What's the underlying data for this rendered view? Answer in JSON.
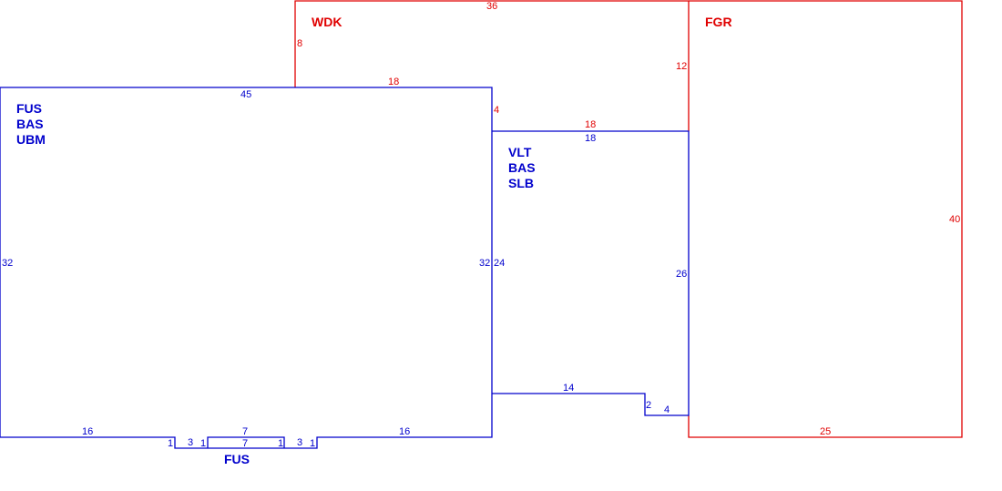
{
  "colors": {
    "main": "#0000cc",
    "added": "#e00000",
    "background": "#ffffff"
  },
  "areas": {
    "main": {
      "label_1": "FUS",
      "label_2": "BAS",
      "label_3": "UBM"
    },
    "right_wing": {
      "label_1": "VLT",
      "label_2": "BAS",
      "label_3": "SLB"
    },
    "wdk": {
      "label": "WDK"
    },
    "fgr": {
      "label": "FGR"
    },
    "bump": {
      "label": "FUS"
    }
  },
  "dimensions": {
    "main_top": "45",
    "main_left": "32",
    "main_right": "32",
    "main_bottom_left": "16",
    "main_bottom_right": "16",
    "bump_step_left": "1",
    "bump_run_left": "3",
    "bump_inner_left": "1",
    "bump_top": "7",
    "bump_bottom": "7",
    "bump_inner_right": "1",
    "bump_run_right": "3",
    "bump_step_right": "1",
    "wing_top_blue": "18",
    "wing_left": "24",
    "wing_right": "26",
    "wing_bottom": "14",
    "wing_step": "2",
    "wing_foot": "4",
    "wdk_top": "36",
    "wdk_left": "8",
    "wdk_bottom": "18",
    "wdk_right_lower": "4",
    "wdk_mid": "18",
    "wdk_right": "12",
    "fgr_right": "40",
    "fgr_bottom": "25"
  }
}
